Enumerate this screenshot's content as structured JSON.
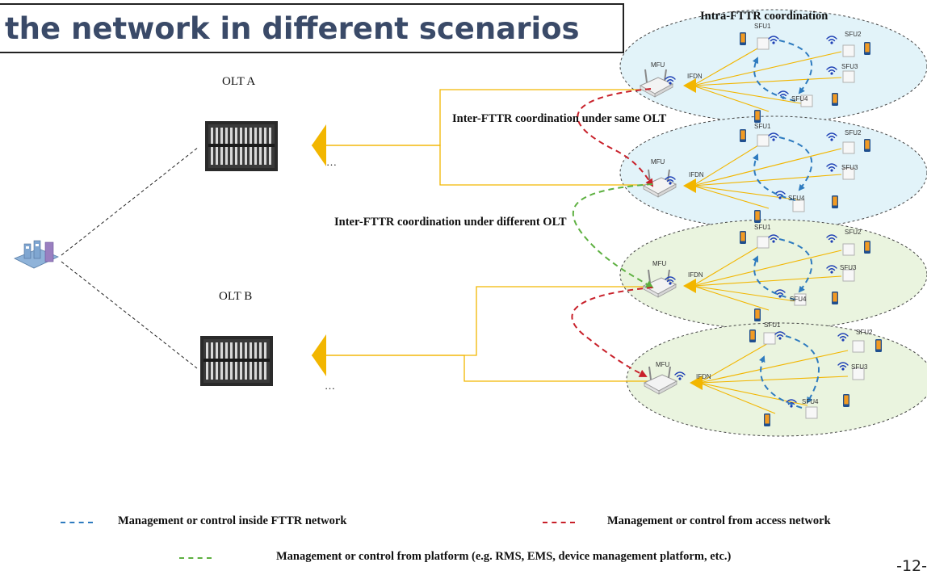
{
  "title": "the network in different scenarios",
  "olt_a": {
    "label": "OLT A",
    "ellipsis": "…"
  },
  "olt_b": {
    "label": "OLT B",
    "ellipsis": "…"
  },
  "coordination": {
    "intra": "Intra-FTTR coordination",
    "same_olt": "Inter-FTTR coordination under same OLT",
    "different_olt": "Inter-FTTR coordination under different OLT"
  },
  "fttr_labels": {
    "mfu": "MFU",
    "ifdn": "IFDN",
    "sfu1": "SFU1",
    "sfu2": "SFU2",
    "sfu3": "SFU3",
    "sfu4": "SFU4"
  },
  "legend": {
    "blue": "Management or control inside FTTR network",
    "red": "Management or control from access network",
    "green": "Management or control from platform (e.g. RMS, EMS, device management platform, etc.)"
  },
  "page_number": "-12-",
  "colors": {
    "blue": "#2e7bbf",
    "red": "#c8202a",
    "green": "#5db040",
    "fiber": "#f2b600",
    "ellipse_blue": "#e2f3f9",
    "ellipse_green": "#eaf4df",
    "title": "#3a4a68"
  },
  "icons": [
    "olt-chassis-icon",
    "platform-server-icon",
    "mfu-router-icon",
    "sfu-device-icon",
    "wifi-icon",
    "phone-icon"
  ]
}
